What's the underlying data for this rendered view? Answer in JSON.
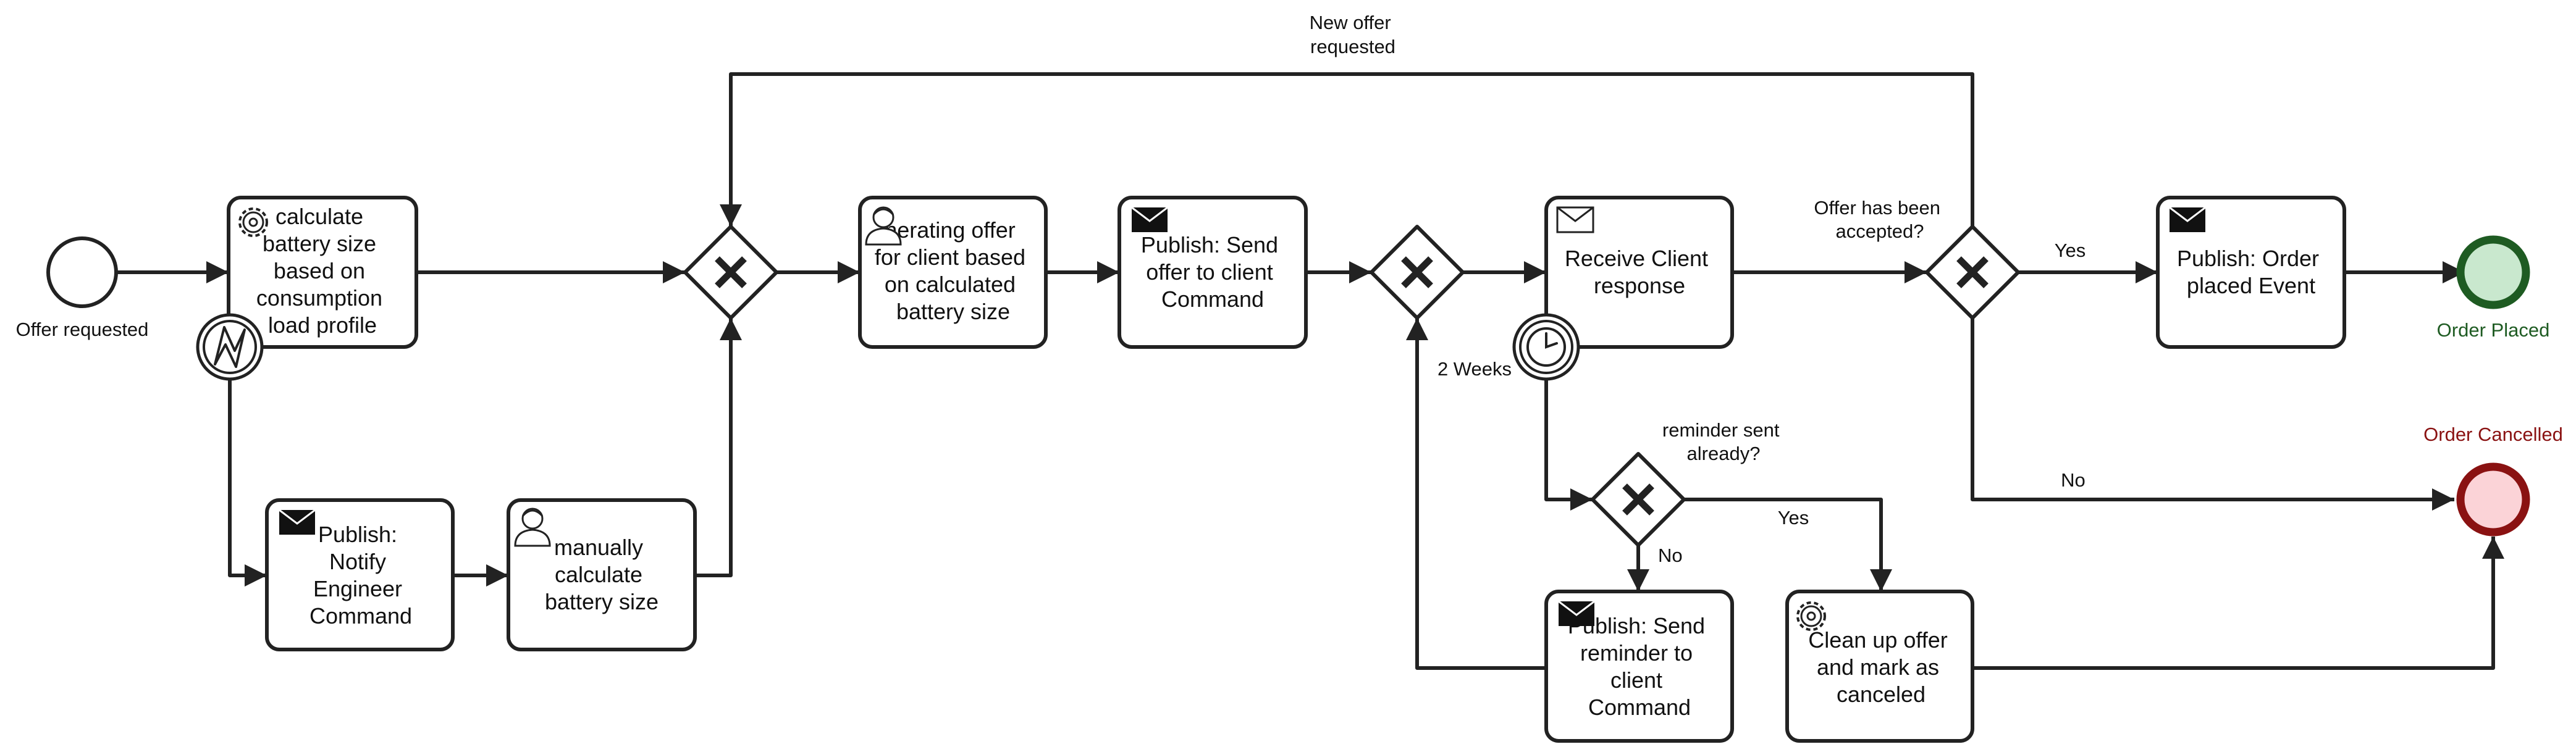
{
  "colors": {
    "stroke": "#222222",
    "end_placed_fill": "#c9e8ce",
    "end_placed_stroke": "#1e5b22",
    "end_cancelled_fill": "#fbd3d7",
    "end_cancelled_stroke": "#8a1212",
    "label_placed": "#1e5b22",
    "label_cancelled": "#8a1212"
  },
  "events": {
    "start": {
      "label": "Offer requested",
      "icon": "start-event-circle"
    },
    "end_placed": {
      "label": "Order Placed",
      "icon": "end-event-circle"
    },
    "end_cancelled": {
      "label": "Order Cancelled",
      "icon": "end-event-circle"
    },
    "error_boundary": {
      "icon": "error-bolt-icon"
    },
    "timer_boundary": {
      "label": "2 Weeks",
      "icon": "clock-icon"
    }
  },
  "tasks": {
    "calc_battery": {
      "lines": [
        "calculate",
        "battery size",
        "based on",
        "consumption",
        "load profile"
      ],
      "icon": "gear-icon"
    },
    "notify_engineer": {
      "lines": [
        "Publish:",
        "Notify",
        "Engineer",
        "Command"
      ],
      "icon": "envelope-icon"
    },
    "manual_calc": {
      "lines": [
        "manually",
        "calculate",
        "battery size"
      ],
      "icon": "user-icon"
    },
    "generate_offer": {
      "lines": [
        "nerating offer",
        "for client based",
        "on calculated",
        "battery size"
      ],
      "icon": "user-icon"
    },
    "send_offer": {
      "lines": [
        "Publish: Send",
        "offer to client",
        "Command"
      ],
      "icon": "envelope-icon"
    },
    "receive_response": {
      "lines": [
        "Receive Client",
        "response"
      ],
      "icon": "envelope-open-icon"
    },
    "order_placed": {
      "lines": [
        "Publish: Order",
        "placed Event"
      ],
      "icon": "envelope-icon"
    },
    "send_reminder": {
      "lines": [
        "Publish: Send",
        "reminder to",
        "client",
        "Command"
      ],
      "icon": "envelope-icon"
    },
    "clean_up": {
      "lines": [
        "Clean up offer",
        "and mark as",
        "canceled"
      ],
      "icon": "gear-icon"
    }
  },
  "gateways": {
    "merge_calc": {
      "icon": "x-gateway-icon"
    },
    "merge_offer": {
      "icon": "x-gateway-icon"
    },
    "offer_accepted": {
      "icon": "x-gateway-icon",
      "label_lines": [
        "Offer has been",
        "accepted?"
      ]
    },
    "reminder_sent": {
      "icon": "x-gateway-icon",
      "label_lines": [
        "reminder sent",
        "already?"
      ]
    }
  },
  "flows": {
    "new_offer": [
      "New offer",
      "requested"
    ],
    "accepted_yes": "Yes",
    "accepted_no": "No",
    "reminder_yes": "Yes",
    "reminder_no": "No"
  }
}
